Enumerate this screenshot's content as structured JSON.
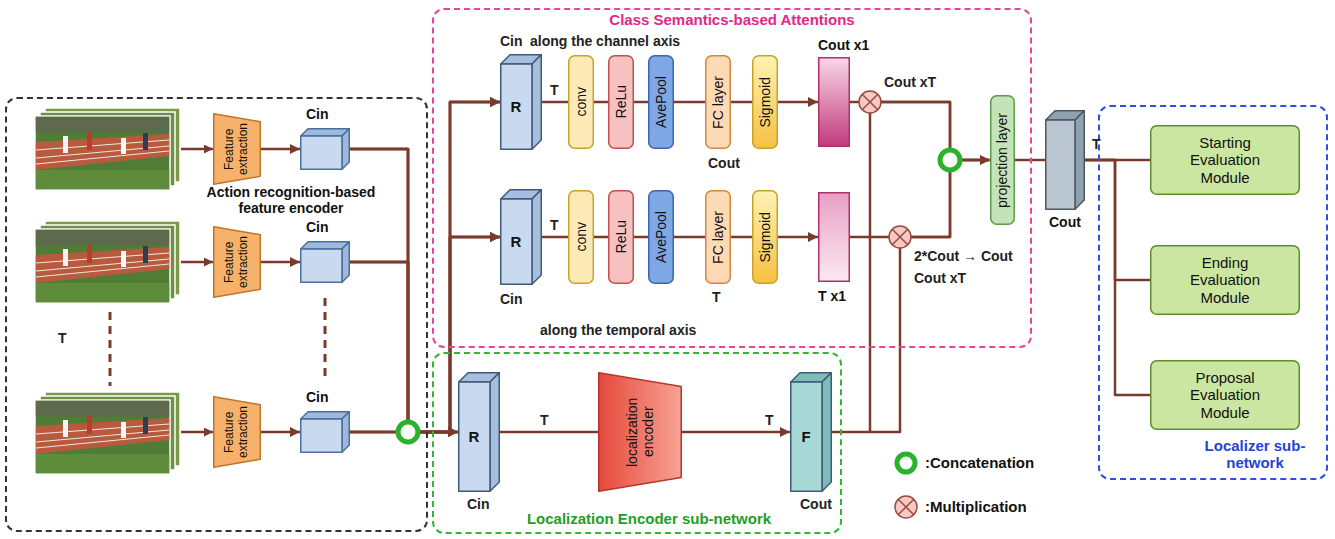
{
  "diagram": {
    "nodes": [
      {
        "text": [
          "Action recognition-based feature encoder"
        ]
      },
      {
        "text": [
          "Feature extraction"
        ],
        "in": 0
      },
      {
        "text": [
          "Cin"
        ],
        "in": 0
      },
      {
        "text": [
          "Feature extraction"
        ],
        "in": 0
      },
      {
        "text": [
          "Cin"
        ],
        "in": 0
      },
      {
        "text": [
          "Feature extraction"
        ],
        "in": 0
      },
      {
        "text": [
          "Cin"
        ],
        "in": 0
      },
      {
        "text": [
          "Class Semantics-based Attentions"
        ]
      },
      {
        "text": [
          "R"
        ],
        "in": 7
      },
      {
        "text": [
          "conv"
        ],
        "in": 7
      },
      {
        "text": [
          "ReLu"
        ],
        "in": 7
      },
      {
        "text": [
          "AvePool"
        ],
        "in": 7
      },
      {
        "text": [
          "FC layer"
        ],
        "in": 7
      },
      {
        "text": [
          "Sigmoid"
        ],
        "in": 7
      },
      {
        "text": [
          "Cout x1"
        ],
        "in": 7
      },
      {
        "text": [
          "R"
        ],
        "in": 7
      },
      {
        "text": [
          "conv"
        ],
        "in": 7
      },
      {
        "text": [
          "ReLu"
        ],
        "in": 7
      },
      {
        "text": [
          "AvePool"
        ],
        "in": 7
      },
      {
        "text": [
          "FC layer"
        ],
        "in": 7
      },
      {
        "text": [
          "Sigmoid"
        ],
        "in": 7
      },
      {
        "text": [
          "T x1"
        ],
        "in": 7
      },
      {
        "text": [
          "projection layer"
        ],
        "in": 7
      },
      {
        "text": [
          "Localization Encoder sub-network"
        ]
      },
      {
        "text": [
          "R"
        ],
        "in": 23
      },
      {
        "text": [
          "localization encoder"
        ],
        "in": 23
      },
      {
        "text": [
          "F"
        ],
        "in": 23
      },
      {
        "text": [
          "Cout"
        ]
      },
      {
        "text": [
          "Localizer sub-network"
        ]
      },
      {
        "text": [
          "Starting Evaluation Module"
        ],
        "in": 28
      },
      {
        "text": [
          "Ending Evaluation Module"
        ],
        "in": 28
      },
      {
        "text": [
          "Proposal Evaluation Module"
        ],
        "in": 28
      }
    ],
    "edges": [
      {
        "from": 1,
        "to": 2,
        "arrow": "to"
      },
      {
        "from": 3,
        "to": 4,
        "arrow": "to"
      },
      {
        "from": 5,
        "to": 6,
        "arrow": "to"
      },
      {
        "from": 2,
        "to": 24,
        "arrow": "to"
      },
      {
        "from": 4,
        "to": 24,
        "arrow": "to"
      },
      {
        "from": 6,
        "to": 24,
        "arrow": "to"
      },
      {
        "from": 2,
        "to": 8,
        "arrow": "to"
      },
      {
        "from": 4,
        "to": 8,
        "arrow": "to"
      },
      {
        "from": 6,
        "to": 8,
        "arrow": "to"
      },
      {
        "from": 2,
        "to": 15,
        "arrow": "to"
      },
      {
        "from": 4,
        "to": 15,
        "arrow": "to"
      },
      {
        "from": 6,
        "to": 15,
        "arrow": "to"
      },
      {
        "from": 8,
        "to": 9,
        "arrow": "none"
      },
      {
        "from": 9,
        "to": 10,
        "arrow": "none"
      },
      {
        "from": 10,
        "to": 11,
        "arrow": "none"
      },
      {
        "from": 11,
        "to": 12,
        "arrow": "none"
      },
      {
        "from": 12,
        "to": 13,
        "arrow": "none"
      },
      {
        "from": 13,
        "to": 14,
        "arrow": "to"
      },
      {
        "from": 15,
        "to": 16,
        "arrow": "none"
      },
      {
        "from": 16,
        "to": 17,
        "arrow": "none"
      },
      {
        "from": 17,
        "to": 18,
        "arrow": "none"
      },
      {
        "from": 18,
        "to": 19,
        "arrow": "none"
      },
      {
        "from": 19,
        "to": 20,
        "arrow": "none"
      },
      {
        "from": 20,
        "to": 21,
        "arrow": "to"
      },
      {
        "from": 24,
        "to": 25,
        "arrow": "none"
      },
      {
        "from": 25,
        "to": 26,
        "arrow": "to"
      },
      {
        "from": 14,
        "to": 22,
        "arrow": "to"
      },
      {
        "from": 21,
        "to": 22,
        "arrow": "to"
      },
      {
        "from": 26,
        "to": 22,
        "arrow": "to"
      },
      {
        "from": 22,
        "to": 27,
        "arrow": "none"
      },
      {
        "from": 27,
        "to": 29,
        "arrow": "none"
      },
      {
        "from": 27,
        "to": 30,
        "arrow": "none"
      },
      {
        "from": 27,
        "to": 31,
        "arrow": "none"
      }
    ],
    "labels": [
      "T",
      "Cin",
      "along the channel axis",
      "T",
      "Cout",
      "Cout xT",
      "T",
      "Cin",
      "T",
      "along the temporal axis",
      "2*Cout → Cout",
      "Cout xT",
      "T",
      "T",
      "Cin",
      "T",
      "Cout"
    ],
    "legend": [
      {
        "text": ":Concatenation"
      },
      {
        "text": ":Multiplication"
      }
    ]
  }
}
